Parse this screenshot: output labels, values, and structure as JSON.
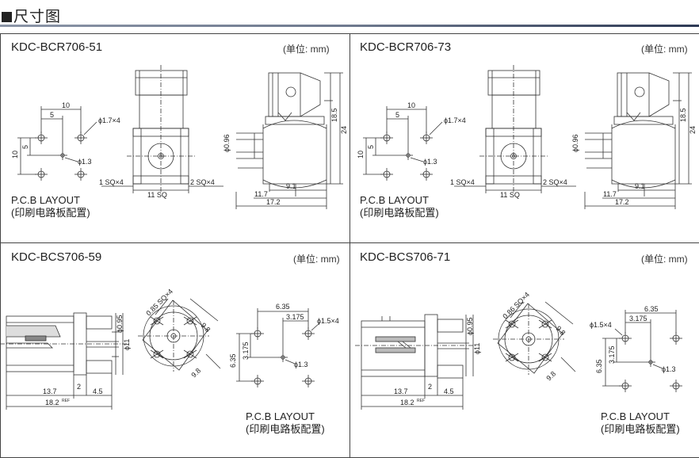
{
  "header": {
    "title": "尺寸图"
  },
  "panels": [
    {
      "model": "KDC-BCR706-51",
      "unit": "(单位: mm)",
      "pcb_line1": "P.C.B LAYOUT",
      "pcb_line2": "(印刷电路板配置)",
      "dims": {
        "d1": "10",
        "d2": "5",
        "d3": "ϕ1.7×4",
        "d4": "10",
        "d5": "5",
        "d6": "ϕ1.3",
        "d7": "1 SQ×4",
        "d8": "2 SQ×4",
        "d9": "11 SQ",
        "d10": "ϕ0.96",
        "d11": "18.5",
        "d12": "24",
        "d13": "9.1",
        "d14": "11.7",
        "d15": "17.2"
      }
    },
    {
      "model": "KDC-BCR706-73",
      "unit": "(单位: mm)",
      "pcb_line1": "P.C.B LAYOUT",
      "pcb_line2": "(印刷电路板配置)",
      "dims": {
        "d1": "10",
        "d2": "5",
        "d3": "ϕ1.7×4",
        "d4": "10",
        "d5": "5",
        "d6": "ϕ1.3",
        "d7": "1 SQ×4",
        "d8": "2 SQ×4",
        "d9": "11 SQ",
        "d10": "ϕ0.96",
        "d11": "18.5",
        "d12": "24",
        "d13": "9.1",
        "d14": "11.7",
        "d15": "17.2"
      }
    },
    {
      "model": "KDC-BCS706-59",
      "unit": "(单位: mm)",
      "pcb_line1": "P.C.B LAYOUT",
      "pcb_line2": "(印刷电路板配置)",
      "dims": {
        "d1": "ϕ0.95",
        "d2": "ϕ11",
        "d3": "13.7",
        "d4": "4.5",
        "d5": "18.2",
        "d6": "REF",
        "d7": "2",
        "d8": "0.85 SQ×4",
        "d9": "9.8",
        "d10": "9.8",
        "d11": "6.35",
        "d12": "3.175",
        "d13": "ϕ1.5×4",
        "d14": "6.35",
        "d15": "3.175",
        "d16": "ϕ1.3"
      }
    },
    {
      "model": "KDC-BCS706-71",
      "unit": "(单位: mm)",
      "pcb_line1": "P.C.B LAYOUT",
      "pcb_line2": "(印刷电路板配置)",
      "dims": {
        "d1": "ϕ0.95",
        "d2": "ϕ11",
        "d3": "13.7",
        "d4": "4.5",
        "d5": "18.2",
        "d6": "REF",
        "d7": "2",
        "d8": "0.86 SQ×4",
        "d9": "9.8",
        "d10": "9.8",
        "d11": "ϕ1.5×4",
        "d12": "6.35",
        "d13": "3.175",
        "d14": "6.35",
        "d15": "3.175",
        "d16": "ϕ1.3"
      }
    }
  ]
}
